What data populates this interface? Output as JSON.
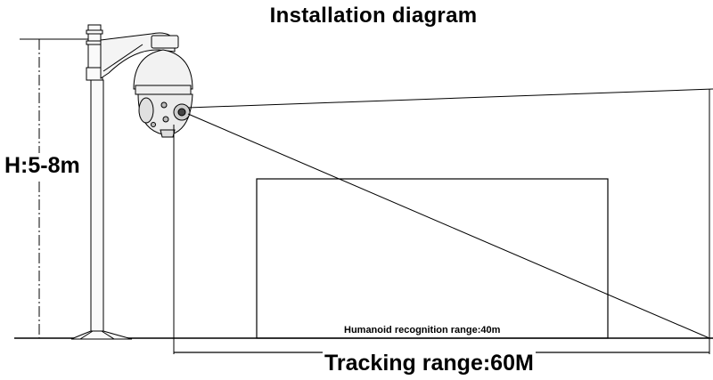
{
  "diagram": {
    "title": "Installation diagram",
    "height_label": "H:5-8m",
    "humanoid_label": "Humanoid recognition range:40m",
    "tracking_label": "Tracking range:60M"
  },
  "icons": {
    "camera": "ptz-dome-camera-icon",
    "pole": "mounting-pole"
  },
  "colors": {
    "line": "#000000",
    "camera_body": "#f2f2f2",
    "background": "#ffffff"
  }
}
